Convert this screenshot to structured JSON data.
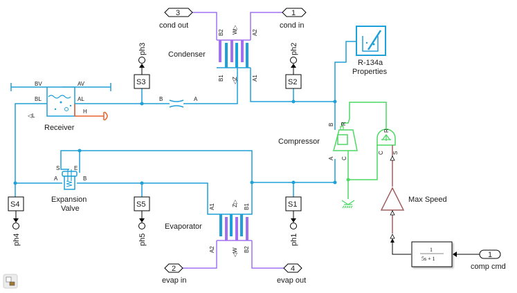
{
  "diagram": {
    "blocks": {
      "condenser": {
        "label": "Condenser",
        "ports": {
          "a1": "A1",
          "a2": "A2",
          "b1": "B1",
          "b2": "B2",
          "w": "W",
          "z": "Z"
        }
      },
      "evaporator": {
        "label": "Evaporator",
        "ports": {
          "a1": "A1",
          "a2": "A2",
          "b1": "B1",
          "b2": "B2",
          "w": "W",
          "z": "Z"
        }
      },
      "receiver": {
        "label": "Receiver",
        "ports": {
          "bv": "BV",
          "av": "AV",
          "bl": "BL",
          "al": "AL",
          "h": "H",
          "l": "L"
        }
      },
      "expansion_valve": {
        "label_line1": "Expansion",
        "label_line2": "Valve",
        "ports": {
          "a": "A",
          "b": "B",
          "s": "S",
          "e": "E"
        }
      },
      "compressor": {
        "label": "Compressor",
        "ports": {
          "a": "A",
          "b": "B",
          "c": "C",
          "r": "R"
        }
      },
      "speed_source": {
        "ports": {
          "c": "C",
          "r": "R",
          "s": "S"
        }
      },
      "pipe": {
        "ports": {
          "a": "A",
          "b": "B"
        }
      },
      "properties": {
        "label_line1": "R-134a",
        "label_line2": "Properties"
      },
      "max_speed": {
        "label": "Max Speed"
      },
      "transfer_fcn": {
        "numerator": "1",
        "denominator": "5s + 1"
      }
    },
    "sensors": [
      {
        "id": "S1",
        "output": "ph1"
      },
      {
        "id": "S2",
        "output": "ph2"
      },
      {
        "id": "S3",
        "output": "ph3"
      },
      {
        "id": "S4",
        "output": "ph4"
      },
      {
        "id": "S5",
        "output": "ph5"
      }
    ],
    "ports": [
      {
        "num": "1",
        "label": "cond in"
      },
      {
        "num": "2",
        "label": "evap in"
      },
      {
        "num": "3",
        "label": "cond out"
      },
      {
        "num": "4",
        "label": "evap out"
      }
    ],
    "inport": {
      "num": "1",
      "label": "comp cmd"
    },
    "colors": {
      "thermal_liquid": "#1ea0d8",
      "mechanical": "#4cd964",
      "moist_air": "#a070f0",
      "signal": "#a06060",
      "thermal": "#e8602c"
    }
  }
}
